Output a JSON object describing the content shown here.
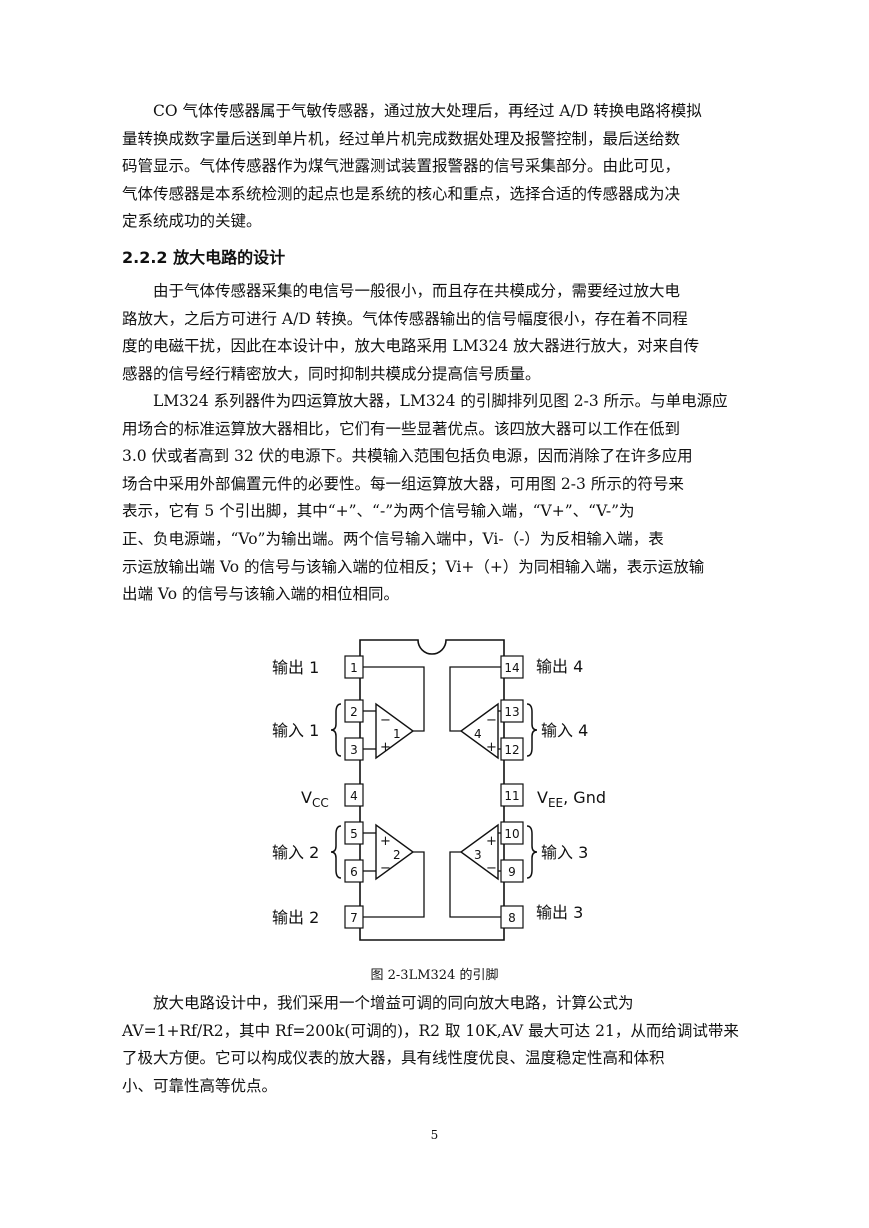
{
  "paragraph_1": [
    "　　CO 气体传感器属于气敏传感器，通过放大处理后，再经过 A/D 转换电路将模拟",
    "量转换成数字量后送到单片机，经过单片机完成数据处理及报警控制，最后送给数",
    "码管显示。气体传感器作为煤气泄露测试装置报警器的信号采集部分。由此可见，",
    "气体传感器是本系统检测的起点也是系统的核心和重点，选择合适的传感器成为决",
    "定系统成功的关键。"
  ],
  "section_heading": "2.2.2 放大电路的设计",
  "paragraph_2": [
    "　　由于气体传感器采集的电信号一般很小，而且存在共模成分，需要经过放大电",
    "路放大，之后方可进行 A/D 转换。气体传感器输出的信号幅度很小，存在着不同程",
    "度的电磁干扰，因此在本设计中，放大电路采用 LM324 放大器进行放大，对来自传",
    "感器的信号经行精密放大，同时抑制共模成分提高信号质量。"
  ],
  "paragraph_3": [
    "　　LM324 系列器件为四运算放大器，LM324 的引脚排列见图 2-3 所示。与单电源应",
    "用场合的标准运算放大器相比，它们有一些显著优点。该四放大器可以工作在低到",
    "3.0 伏或者高到 32 伏的电源下。共模输入范围包括负电源，因而消除了在许多应用",
    "场合中采用外部偏置元件的必要性。每一组运算放大器，可用图 2-3 所示的符号来",
    "表示，它有 5 个引出脚，其中“+”、“-”为两个信号输入端，“V+”、“V-”为",
    "正、负电源端，“Vo”为输出端。两个信号输入端中，Vi-（-）为反相输入端，表",
    "示运放输出端 Vo 的信号与该输入端的位相反；Vi+（+）为同相输入端，表示运放输",
    "出端 Vo 的信号与该输入端的相位相同。"
  ],
  "figure": {
    "left_labels": {
      "out1": "输出 1",
      "in1": "输入 1",
      "vcc": "V",
      "vcc_sub": "CC",
      "in2": "输入 2",
      "out2": "输出 2"
    },
    "right_labels": {
      "out4": "输出 4",
      "in4": "输入 4",
      "vee": "V",
      "vee_sub": "EE",
      "vee_suffix": ", Gnd",
      "in3": "输入 3",
      "out3": "输出 3"
    },
    "pins_left": [
      "1",
      "2",
      "3",
      "4",
      "5",
      "6",
      "7"
    ],
    "pins_right": [
      "14",
      "13",
      "12",
      "11",
      "10",
      "9",
      "8"
    ],
    "amp_labels": [
      "1",
      "4",
      "2",
      "3"
    ],
    "plus": "+",
    "minus": "−"
  },
  "caption": "图 2-3LM324 的引脚",
  "paragraph_4": [
    "　　放大电路设计中，我们采用一个增益可调的同向放大电路，计算公式为",
    "AV=1+Rf/R2，其中 Rf=200k(可调的)，R2 取 10K,AV 最大可达 21，从而给调试带来",
    "了极大方便。它可以构成仪表的放大器，具有线性度优良、温度稳定性高和体积",
    "小、可靠性高等优点。"
  ],
  "page_number": "5"
}
